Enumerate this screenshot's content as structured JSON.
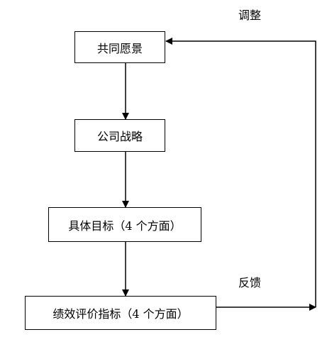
{
  "diagram": {
    "nodes": [
      {
        "id": "vision",
        "label": "共同愿景"
      },
      {
        "id": "strategy",
        "label": "公司战略"
      },
      {
        "id": "goals",
        "label": "具体目标（4 个方面）"
      },
      {
        "id": "kpi",
        "label": "绩效评价指标（4 个方面）"
      }
    ],
    "edges": [
      {
        "from": "vision",
        "to": "strategy"
      },
      {
        "from": "strategy",
        "to": "goals"
      },
      {
        "from": "goals",
        "to": "kpi"
      },
      {
        "from": "kpi",
        "to": "vision",
        "route": "right-loop",
        "labels": [
          "反馈",
          "调整"
        ]
      }
    ],
    "annotations": {
      "adjust": "调整",
      "feedback": "反馈"
    }
  }
}
